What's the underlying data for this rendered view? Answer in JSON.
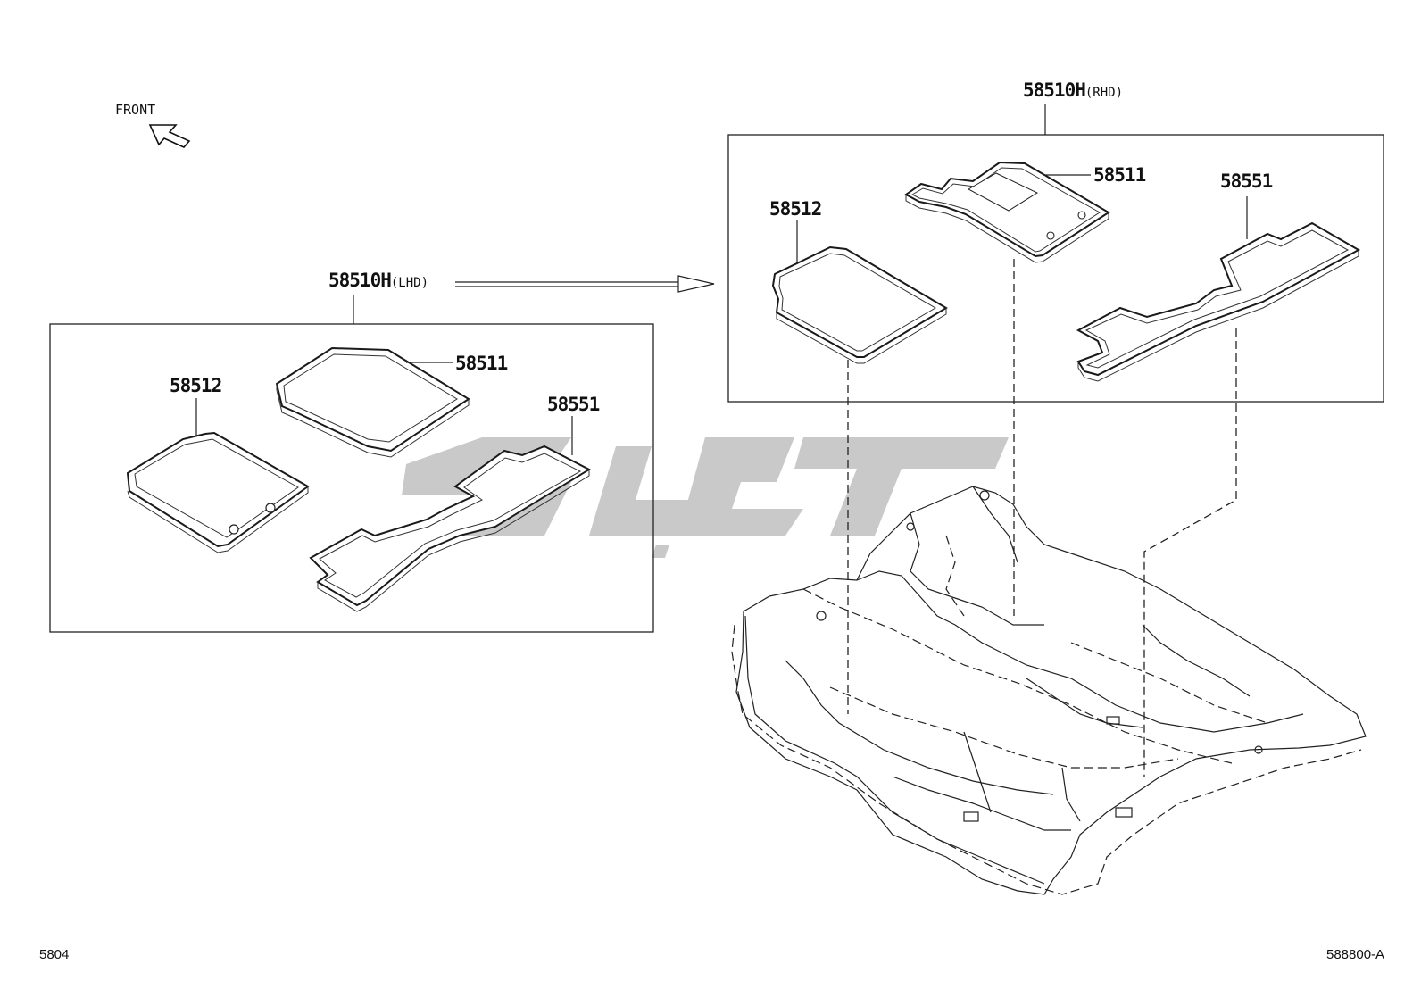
{
  "labels": {
    "front": "FRONT",
    "lhd_set": "58510H",
    "lhd_suffix": "(LHD)",
    "rhd_set": "58510H",
    "rhd_suffix": "(RHD)",
    "lhd_front_mat": "58511",
    "lhd_rear_mat": "58512",
    "lhd_rear_long": "58551",
    "rhd_front_mat": "58511",
    "rhd_rear_mat": "58512",
    "rhd_rear_long": "58551",
    "page_code_left": "5804",
    "page_code_right": "588800-A"
  },
  "colors": {
    "line": "#1a1a1a",
    "watermark": "#c8c8c8",
    "background": "#ffffff"
  },
  "icons": {
    "front_arrow": "arrow-up-left-icon",
    "flow_arrow": "double-arrow-right-icon"
  }
}
